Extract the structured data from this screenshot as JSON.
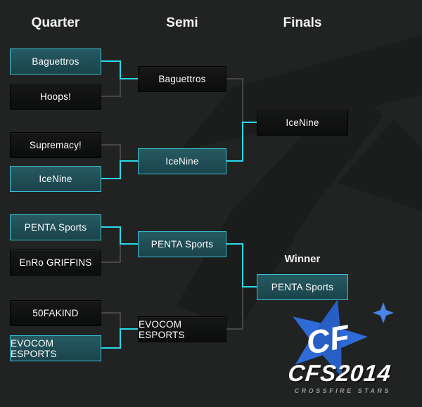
{
  "headers": {
    "quarter": "Quarter",
    "semi": "Semi",
    "finals": "Finals"
  },
  "bracket": {
    "quarter": [
      {
        "label": "Baguettros",
        "state": "winner"
      },
      {
        "label": "Hoops!",
        "state": "loser"
      },
      {
        "label": "Supremacy!",
        "state": "loser"
      },
      {
        "label": "IceNine",
        "state": "winner"
      },
      {
        "label": "PENTA Sports",
        "state": "winner"
      },
      {
        "label": "EnRo GRIFFINS",
        "state": "loser"
      },
      {
        "label": "50FAKIND",
        "state": "loser"
      },
      {
        "label": "EVOCOM ESPORTS",
        "state": "winner"
      }
    ],
    "semi": [
      {
        "label": "Baguettros",
        "state": "loser"
      },
      {
        "label": "IceNine",
        "state": "winner"
      },
      {
        "label": "PENTA Sports",
        "state": "winner"
      },
      {
        "label": "EVOCOM ESPORTS",
        "state": "loser"
      }
    ],
    "finals": [
      {
        "label": "IceNine",
        "state": "loser"
      }
    ],
    "winner_label": "Winner",
    "winner": {
      "label": "PENTA Sports",
      "state": "winner"
    }
  },
  "logo": {
    "emblem": "CF",
    "title": "CFS2014",
    "subtitle": "CROSSFIRE STARS"
  },
  "colors": {
    "background": "#212323",
    "box_black": "#101111",
    "box_teal": "#1f4b52",
    "teal_border": "#39c1d2",
    "winner_line_cyan": "#2bd8e8",
    "loser_line_gray": "#474747",
    "star_blue": "#2e6bd8"
  }
}
